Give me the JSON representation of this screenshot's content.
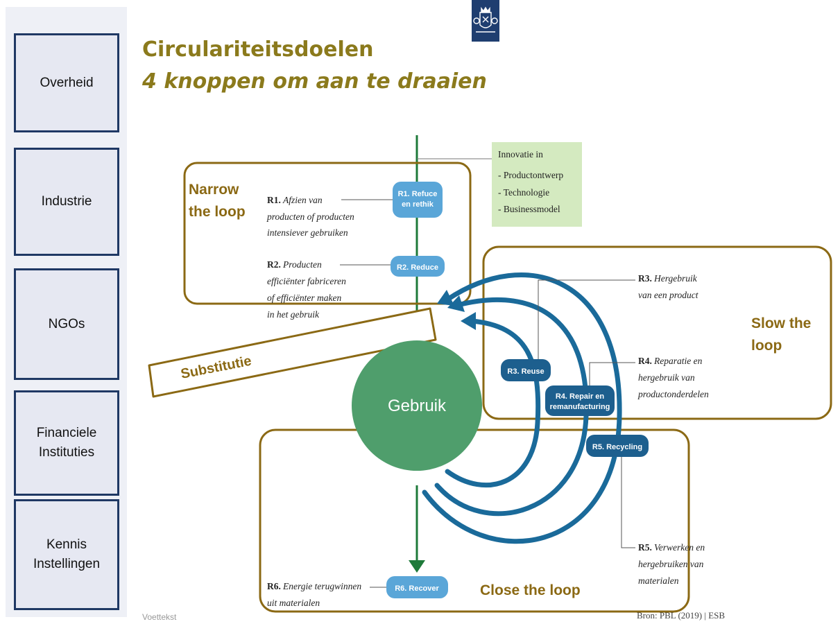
{
  "sidebar": {
    "items": [
      {
        "label": "Overheid"
      },
      {
        "label": "Industrie"
      },
      {
        "label": "NGOs"
      },
      {
        "label": "Financiele\nInstituties"
      },
      {
        "label": "Kennis\nInstellingen"
      }
    ]
  },
  "title": {
    "line1": "Circulariteitsdoelen",
    "line2": "4 knoppen om aan te draaien"
  },
  "diagram": {
    "center_label": "Gebruik",
    "substitution": "Substitutie",
    "innovation": {
      "heading": "Innovatie in",
      "items": [
        "- Productontwerp",
        "- Technologie",
        "- Businessmodel"
      ]
    },
    "loops": {
      "narrow": {
        "line1": "Narrow",
        "line2": "the loop"
      },
      "slow": {
        "line1": "Slow the",
        "line2": "loop"
      },
      "close": "Close the loop"
    },
    "pills": {
      "r1": {
        "line1": "R1. Refuce",
        "line2": "en rethik"
      },
      "r2": "R2. Reduce",
      "r3": "R3. Reuse",
      "r4": {
        "line1": "R4. Repair en",
        "line2": "remanufacturing"
      },
      "r5": "R5. Recycling",
      "r6": "R6. Recover"
    },
    "notes": {
      "r1": {
        "code": "R1.",
        "lines": [
          "Afzien van",
          "producten of producten",
          "intensiever gebruiken"
        ]
      },
      "r2": {
        "code": "R2.",
        "lines": [
          "Producten",
          "efficiënter fabriceren",
          "of efficiënter maken",
          "in het gebruik"
        ]
      },
      "r3": {
        "code": "R3.",
        "lines": [
          "Hergebruik",
          "van een product"
        ]
      },
      "r4": {
        "code": "R4.",
        "lines": [
          "Reparatie en",
          "hergebruik van",
          "productonderdelen"
        ]
      },
      "r5": {
        "code": "R5.",
        "lines": [
          "Verwerken en",
          "hergebruiken van",
          "materialen"
        ]
      },
      "r6": {
        "code": "R6.",
        "lines": [
          "Energie terugwinnen",
          "uit materialen"
        ]
      }
    }
  },
  "footer": {
    "left": "Voettekst",
    "source": "Bron: PBL (2019) | ESB"
  },
  "colors": {
    "sidebar_border": "#1f3864",
    "title": "#8b7a1c",
    "loop_border": "#8b6914",
    "arrow_blue": "#1a6a9a",
    "pill_light": "#5aa6d8",
    "pill_dark": "#1d5f8e",
    "circle_green": "#4f9e6c",
    "flow_green": "#1e7a3a",
    "innovation_bg": "#d4eac0"
  }
}
